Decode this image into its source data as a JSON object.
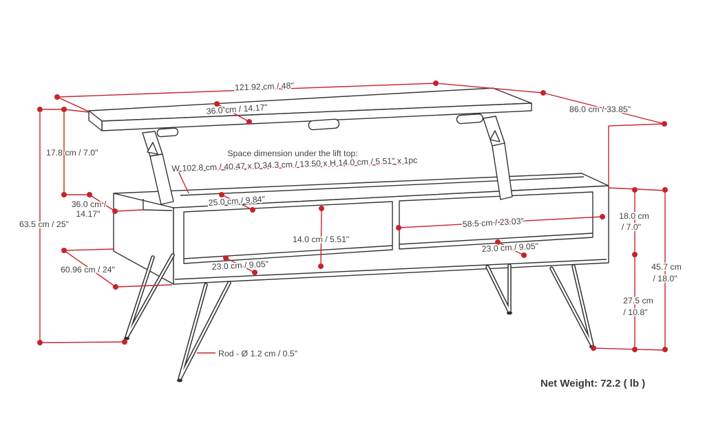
{
  "diagram": {
    "colors": {
      "dimension_red": "#c5242b",
      "drawing_line": "#333333",
      "label_text": "#414141",
      "net_weight_text": "#3a3a3a"
    },
    "labels": {
      "top_width": "121.92 cm / 48\"",
      "top_depth": "36.0 cm / 14.17\"",
      "side_depth": "86.0 cm / 33.85\"",
      "lift_height": "17.8 cm / 7.0\"",
      "overall_height": "63.5 cm / 25\"",
      "left_inset_line1": "36.0 cm /",
      "left_inset_line2": "14.17\"",
      "base_depth": "60.96 cm / 24\"",
      "space_note_line1": "Space dimension under the lift top:",
      "space_note_line2": "W 102.8 cm / 40.47 x D 34.3 cm / 13.50 x H 14.0 cm / 5.51\" x 1pc",
      "top_panel_depth": "25.0 cm / 9.84\"",
      "compartment_height": "14.0 cm / 5.51\"",
      "left_shelf_depth": "23.0 cm / 9.05\"",
      "right_compartment_width": "58.5 cm / 23.03\"",
      "right_shelf_depth": "23.0 cm / 9.05\"",
      "opening_height_line1": "18.0 cm",
      "opening_height_line2": "/ 7.0\"",
      "leg_height_line1": "45.7 cm",
      "leg_height_line2": "/ 18.0\"",
      "leg_clearance_line1": "27.5 cm",
      "leg_clearance_line2": "/ 10.8\"",
      "rod_note": "Rod - Ø 1.2 cm / 0.5\"",
      "net_weight": "Net Weight: 72.2 ( lb )"
    }
  }
}
